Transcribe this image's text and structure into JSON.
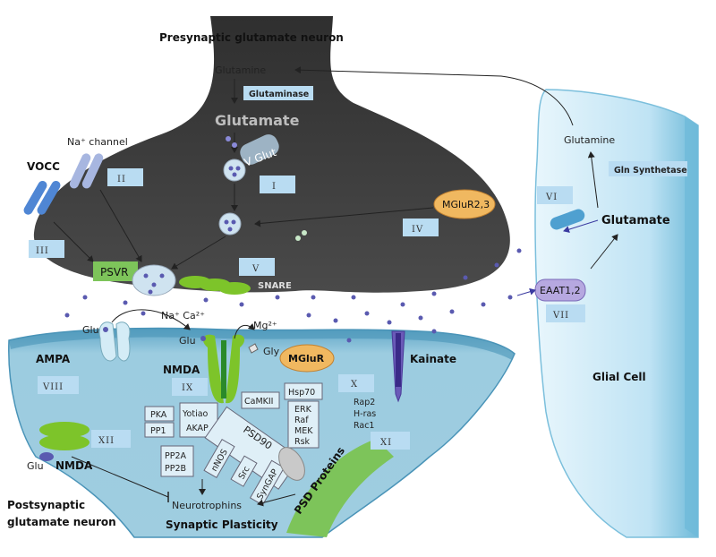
{
  "titles": {
    "presynaptic": "Presynaptic glutamate neuron",
    "postsynaptic_line1": "Postsynaptic",
    "postsynaptic_line2": "glutamate neuron",
    "glial": "Glial Cell",
    "synaptic_plasticity": "Synaptic Plasticity"
  },
  "presynaptic": {
    "glutamine": "Glutamine",
    "glutaminase": "Glutaminase",
    "glutamate": "Glutamate",
    "vglut": "V Glut",
    "na_channel": "Na⁺ channel",
    "vocc": "VOCC",
    "psvr": "PSVR",
    "snare": "SNARE",
    "mglur23": "MGluR2,3"
  },
  "glia": {
    "glutamine": "Glutamine",
    "gln_synthetase": "Gln Synthetase",
    "glutamate": "Glutamate",
    "eaat": "EAAT1,2"
  },
  "cleft": {
    "ions": "Na⁺ Ca²⁺",
    "mg": "Mg²⁺",
    "glu1": "Glu",
    "glu2": "Glu",
    "gly": "Gly"
  },
  "postsynaptic": {
    "ampa": "AMPA",
    "nmda": "NMDA",
    "mglur": "MGluR",
    "kainate": "Kainate",
    "camkii": "CaMKII",
    "hsp70": "Hsp70",
    "pka": "PKA",
    "pp1": "PP1",
    "yotiao": "Yotiao",
    "akap": "AKAP",
    "psd90": "PSD90",
    "erk": "ERK",
    "raf": "Raf",
    "mek": "MEK",
    "rsk": "Rsk",
    "rap2": "Rap2",
    "hras": "H-ras",
    "rac1": "Rac1",
    "pp2a": "PP2A",
    "pp2b": "PP2B",
    "nnos": "nNOS",
    "src": "Src",
    "syngap": "SynGAP",
    "psd_proteins": "PSD Proteins",
    "neurotrophins": "Neurotrophins",
    "glu_nmda": "Glu",
    "nmda2": "NMDA"
  },
  "roman_labels": [
    "I",
    "II",
    "III",
    "IV",
    "V",
    "VI",
    "VII",
    "VIII",
    "IX",
    "X",
    "XI",
    "XII"
  ],
  "colors": {
    "presynaptic_fill": "#3a3a3a",
    "postsynaptic_fill": "#8fc3d9",
    "glia_fill": "#bfe3f4",
    "label_box": "#b9dcf2",
    "psvr_box": "#7dc45a",
    "dot": "#5a5ab0"
  }
}
